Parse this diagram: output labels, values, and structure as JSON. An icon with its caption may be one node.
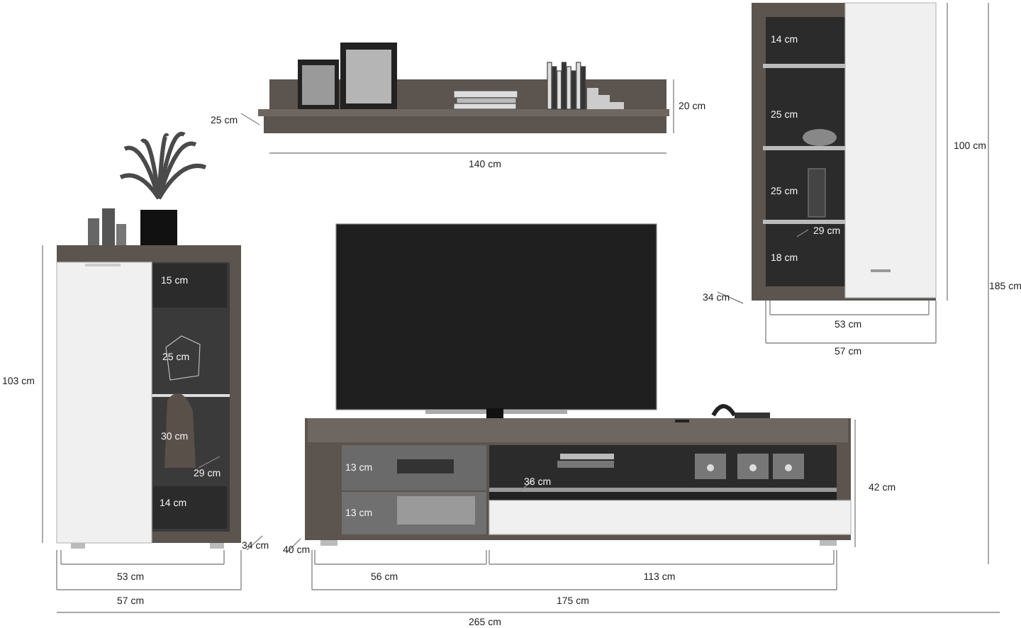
{
  "diagram": {
    "labels": [
      "14 cm",
      "20 cm",
      "25 cm",
      "25 cm",
      "100 cm",
      "140 cm",
      "25 cm",
      "29 cm",
      "18 cm",
      "15 cm",
      "185 cm",
      "34 cm",
      "53 cm",
      "57 cm",
      "25 cm",
      "103 cm",
      "30 cm",
      "13 cm",
      "29 cm",
      "36 cm",
      "42 cm",
      "13 cm",
      "14 cm",
      "34 cm",
      "40 cm",
      "53 cm",
      "56 cm",
      "113 cm",
      "57 cm",
      "175 cm",
      "265 cm"
    ]
  }
}
